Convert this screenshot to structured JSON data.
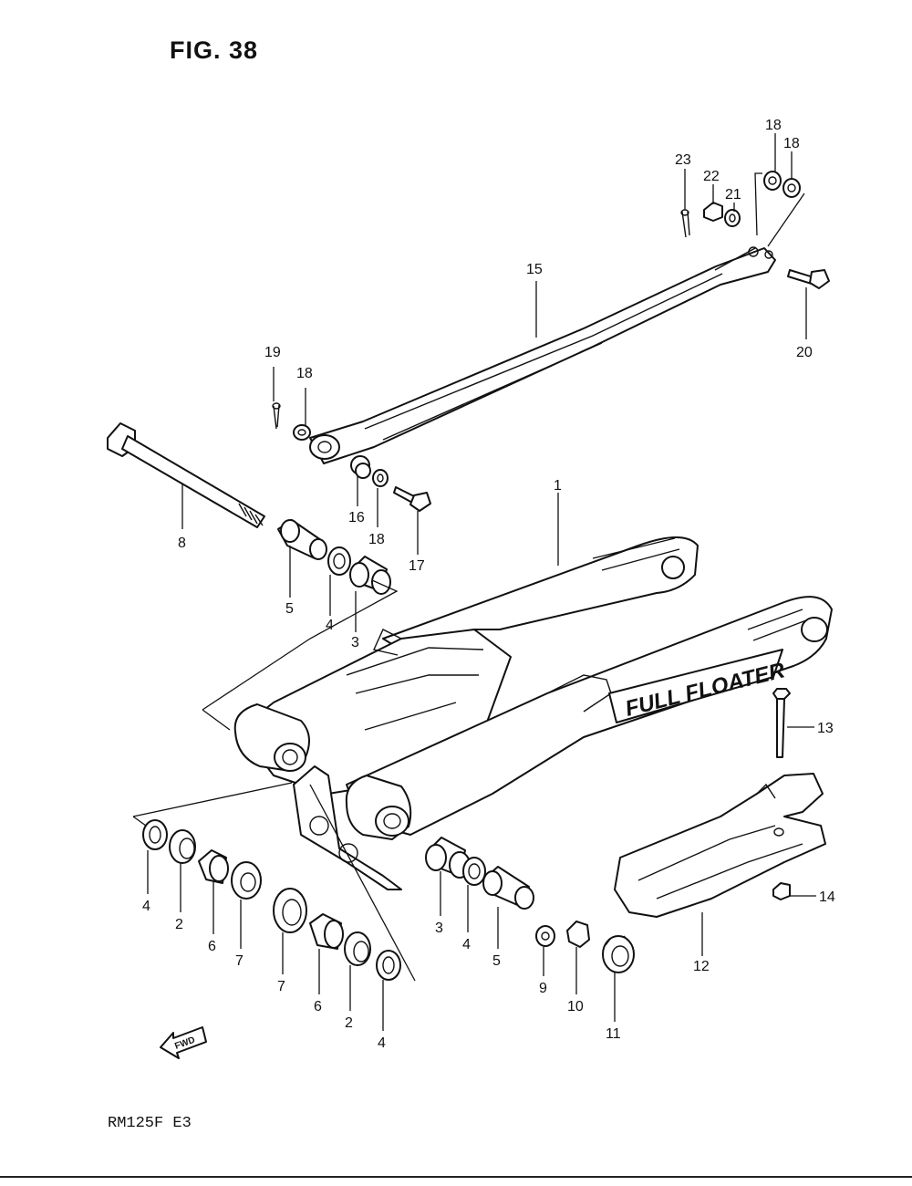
{
  "figure": {
    "title": "FIG. 38",
    "model_code": "RM125F  E3"
  },
  "swingarm_decal": "FULL FLOATER",
  "fwd_arrow_text": "FWD",
  "callouts": {
    "c1": "1",
    "c2a": "2",
    "c2b": "2",
    "c3a": "3",
    "c3b": "3",
    "c4a": "4",
    "c4b": "4",
    "c4c": "4",
    "c4d": "4",
    "c5a": "5",
    "c5b": "5",
    "c6a": "6",
    "c6b": "6",
    "c7a": "7",
    "c7b": "7",
    "c8": "8",
    "c9": "9",
    "c10": "10",
    "c11": "11",
    "c12": "12",
    "c13": "13",
    "c14": "14",
    "c15": "15",
    "c16": "16",
    "c17": "17",
    "c18a": "18",
    "c18b": "18",
    "c18c": "18",
    "c18d": "18",
    "c19": "19",
    "c20": "20",
    "c21": "21",
    "c22": "22",
    "c23": "23"
  }
}
